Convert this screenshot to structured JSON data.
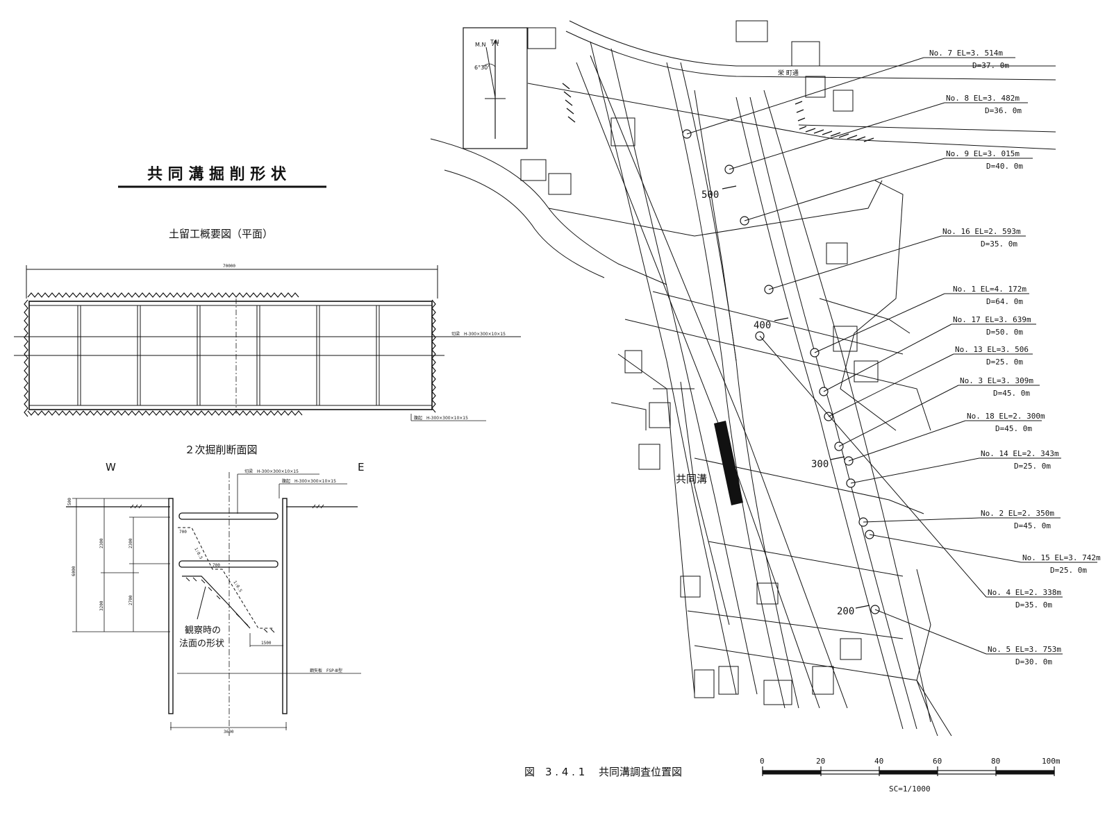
{
  "left": {
    "main_title": "共 同 溝 掘 削 形 状",
    "plan_title": "土留工概要図（平面）",
    "plan_dim": "70000",
    "plan_note_top": "切梁　H-300×300×10×15",
    "plan_note_bottom": "腹起　H-300×300×10×15",
    "section_title": "２次掘削断面図",
    "west": "W",
    "east": "E",
    "sec_note1": "切梁　H-300×300×10×15",
    "sec_note2": "腹起　H-300×300×10×15",
    "sec_note3": "鋼矢板　FSP-Ⅲ型",
    "dims": {
      "d500": "500",
      "d2300a": "2300",
      "d6000": "6000",
      "d3200": "3200",
      "d2300b": "2300",
      "d2700": "2700",
      "d700a": "700",
      "d700b": "700",
      "slope1": "1:0.5",
      "slope2": "1:0.5",
      "d1500": "1500",
      "d3600": "3600"
    },
    "observe_line1": "観察時の",
    "observe_line2": "法面の形状"
  },
  "map": {
    "north_mn": "M.N",
    "north_tn": "T.N",
    "north_angle": "6°30'",
    "sta_500": "500",
    "sta_400": "400",
    "sta_300": "300",
    "sta_200": "200",
    "trench_label": "共同溝",
    "street_label": "栄 町通",
    "boreholes": [
      {
        "no": "No. 7  EL=3. 514m",
        "d": "D=37. 0m"
      },
      {
        "no": "No. 8  EL=3. 482m",
        "d": "D=36. 0m"
      },
      {
        "no": "No. 9  EL=3. 015m",
        "d": "D=40. 0m"
      },
      {
        "no": "No. 16  EL=2. 593m",
        "d": "D=35. 0m"
      },
      {
        "no": "No. 1  EL=4. 172m",
        "d": "D=64. 0m"
      },
      {
        "no": "No. 17  EL=3. 639m",
        "d": "D=50. 0m"
      },
      {
        "no": "No. 13  EL=3. 506",
        "d": "D=25. 0m"
      },
      {
        "no": "No. 3  EL=3. 309m",
        "d": "D=45. 0m"
      },
      {
        "no": "No. 18  EL=2. 300m",
        "d": "D=45. 0m"
      },
      {
        "no": "No. 14  EL=2. 343m",
        "d": "D=25. 0m"
      },
      {
        "no": "No. 2  EL=2. 350m",
        "d": "D=45. 0m"
      },
      {
        "no": "No. 15  EL=3. 742m",
        "d": "D=25. 0m"
      },
      {
        "no": "No. 4  EL=2. 338m",
        "d": "D=35. 0m"
      },
      {
        "no": "No. 5  EL=3. 753m",
        "d": "D=30. 0m"
      }
    ]
  },
  "caption": "図　3 . 4 . 1　 共同溝調査位置図",
  "scale": {
    "ticks": [
      "0",
      "20",
      "40",
      "60",
      "80",
      "100m"
    ],
    "label": "SC=1/1000"
  }
}
